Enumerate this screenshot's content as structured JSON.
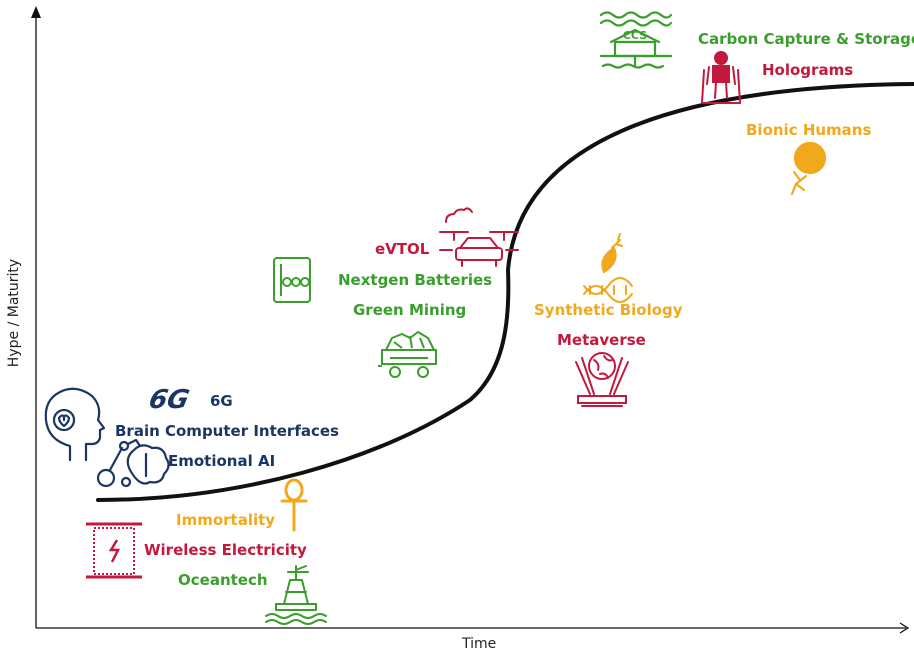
{
  "axes": {
    "x_label": "Time",
    "y_label": "Hype / Maturity"
  },
  "technologies": [
    {
      "key": "ccs",
      "label": "Carbon Capture & Storage",
      "icon": "ccs-icon",
      "icon_text": "CCS",
      "color": "#3a9e2c"
    },
    {
      "key": "holograms",
      "label": "Holograms",
      "icon": "hologram-figure-icon",
      "color": "#c2193d"
    },
    {
      "key": "bionic",
      "label": "Bionic Humans",
      "icon": "bionic-human-icon",
      "color": "#f2a81d"
    },
    {
      "key": "evtol",
      "label": "eVTOL",
      "icon": "flying-car-icon",
      "color": "#c2193d"
    },
    {
      "key": "batteries",
      "label": "Nextgen Batteries",
      "icon": "battery-pack-icon",
      "color": "#3a9e2c"
    },
    {
      "key": "mining",
      "label": "Green Mining",
      "icon": "mine-cart-icon",
      "color": "#3a9e2c"
    },
    {
      "key": "synbio",
      "label": "Synthetic Biology",
      "icon": "dna-leaf-icon",
      "color": "#f2a81d"
    },
    {
      "key": "metaverse",
      "label": "Metaverse",
      "icon": "globe-projector-icon",
      "color": "#c2193d"
    },
    {
      "key": "sixg",
      "label": "6G",
      "icon": "6g-logo-icon",
      "icon_text": "6G",
      "color": "#1b3564"
    },
    {
      "key": "bci",
      "label": "Brain Computer Interfaces",
      "icon": "brain-head-icon",
      "color": "#1b3564"
    },
    {
      "key": "emotional",
      "label": "Emotional AI",
      "icon": "robot-arm-brain-icon",
      "color": "#1b3564"
    },
    {
      "key": "immortality",
      "label": "Immortality",
      "icon": "ankh-icon",
      "color": "#f2a81d"
    },
    {
      "key": "wireless",
      "label": "Wireless Electricity",
      "icon": "coil-lightning-icon",
      "color": "#c2193d"
    },
    {
      "key": "oceantech",
      "label": "Oceantech",
      "icon": "buoy-icon",
      "color": "#3a9e2c"
    }
  ]
}
